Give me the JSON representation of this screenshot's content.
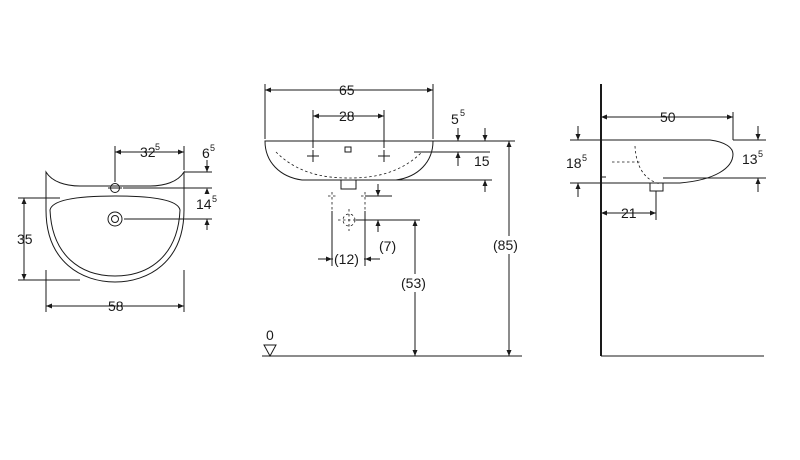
{
  "front_view": {
    "width_label": "58",
    "height_label": "35",
    "tap_hole_offset": {
      "main": "32",
      "sup": "5"
    },
    "tap_hole_height": {
      "main": "6",
      "sup": "5"
    },
    "overflow_height": {
      "main": "14",
      "sup": "5"
    }
  },
  "center_view": {
    "width_label": "65",
    "tap_spacing_label": "28",
    "rim_thickness": {
      "main": "5",
      "sup": "5"
    },
    "bowl_depth_label": "15",
    "installation_height_label": "(85)",
    "waste_height_label": "(53)",
    "waste_spacing_label": "(12)",
    "waste_offset_label": "(7)",
    "floor_level_label": "0"
  },
  "side_view": {
    "depth_label": "50",
    "height_left": {
      "main": "18",
      "sup": "5"
    },
    "height_right": {
      "main": "13",
      "sup": "5"
    },
    "waste_distance_label": "21"
  }
}
